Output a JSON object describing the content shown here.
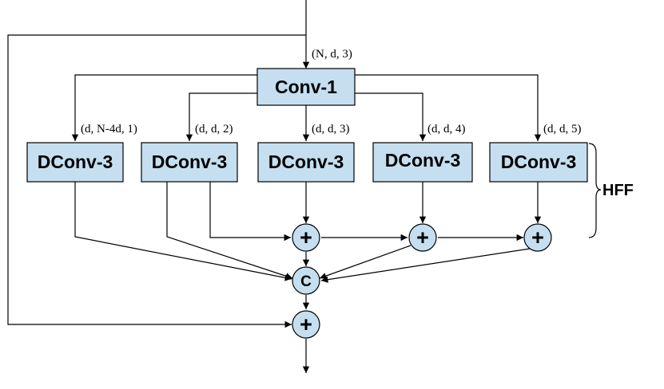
{
  "conv1": {
    "label": "Conv-1"
  },
  "dconv": [
    {
      "label": "DConv-3",
      "shape": "(d, N-4d, 1)"
    },
    {
      "label": "DConv-3",
      "shape": "(d, d, 2)"
    },
    {
      "label": "DConv-3",
      "shape": "(d, d, 3)"
    },
    {
      "label": "DConv-3",
      "shape": "(d, d, 4)"
    },
    {
      "label": "DConv-3",
      "shape": "(d, d, 5)"
    }
  ],
  "input_shape": "(N, d, 3)",
  "ops": {
    "add": "+",
    "concat": "C"
  },
  "brace_label": "HFF",
  "colors": {
    "box_fill": "#c5dff0",
    "stroke": "#000000"
  }
}
